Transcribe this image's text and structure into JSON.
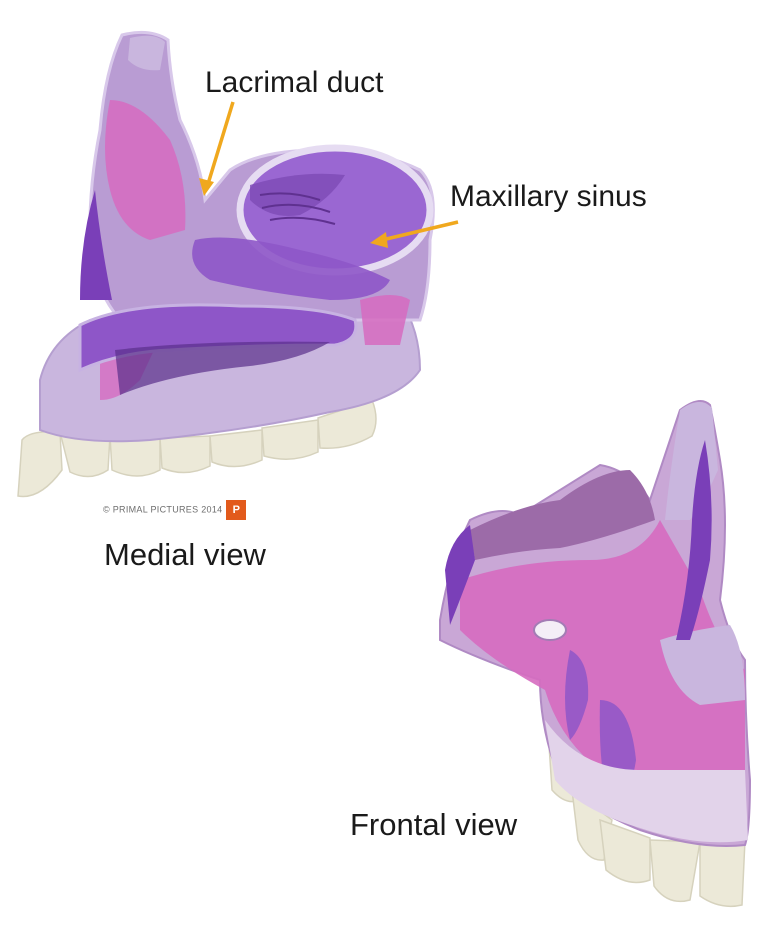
{
  "labels": {
    "lacrimal_duct": "Lacrimal duct",
    "maxillary_sinus": "Maxillary sinus",
    "medial_view": "Medial view",
    "frontal_view": "Frontal view"
  },
  "copyright": "© PRIMAL PICTURES 2014",
  "colors": {
    "bone_light": "#c9b6de",
    "bone_mid": "#a98ac9",
    "purple": "#8e56c8",
    "purple_dark": "#6b3aa6",
    "pink": "#d66bc0",
    "mauve": "#b48bb8",
    "tooth": "#ece9d8",
    "arrow": "#f0a81e"
  }
}
